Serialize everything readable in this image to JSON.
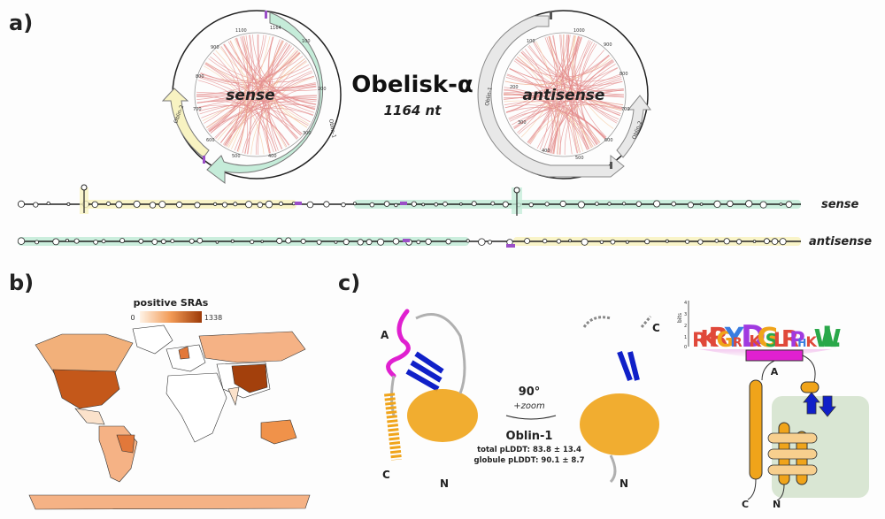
{
  "panels": {
    "a": "a)",
    "b": "b)",
    "c": "c)"
  },
  "panel_a": {
    "title": "Obelisk-α",
    "length": "1164 nt",
    "circle_sense_label": "sense",
    "circle_antisense_label": "antisense",
    "sense_ticks": [
      "1164",
      "1100",
      "100",
      "200",
      "300",
      "400",
      "500",
      "600",
      "700",
      "800",
      "900"
    ],
    "antisense_ticks": [
      "100",
      "200",
      "300",
      "400",
      "500",
      "600",
      "700",
      "800",
      "900",
      "1000"
    ],
    "orf_sense_1": "Oblin-1",
    "orf_sense_2": "Oblin-2",
    "orf_anti_1": "Oblin-1",
    "orf_anti_2": "Oblin-2",
    "strand_sense": "sense",
    "strand_antisense": "antisense"
  },
  "panel_b": {
    "legend_title": "positive SRAs",
    "legend_min": "0",
    "legend_max": "1338",
    "colors": {
      "low": "#fde8d2",
      "mid": "#f0a060",
      "high": "#9c3a08"
    }
  },
  "panel_c": {
    "rotation": "90°",
    "zoom": "+zoom",
    "protein_name": "Oblin-1",
    "total_plddt": "total pLDDT: 83.8 ± 13.4",
    "globule_plddt": "globule pLDDT: 90.1 ± 8.7",
    "label_A": "A",
    "label_C": "C",
    "label_N": "N",
    "logo_axis_label": "bits",
    "logo_ticks": [
      "4",
      "3",
      "2",
      "1",
      "0"
    ],
    "logo_sequence": "RKRGYRDKGSLRPHKWL",
    "colors": {
      "helix": "#f0a41a",
      "strand": "#1020c8",
      "region_A": "#e020d0",
      "coil": "#b0b0b0"
    }
  }
}
